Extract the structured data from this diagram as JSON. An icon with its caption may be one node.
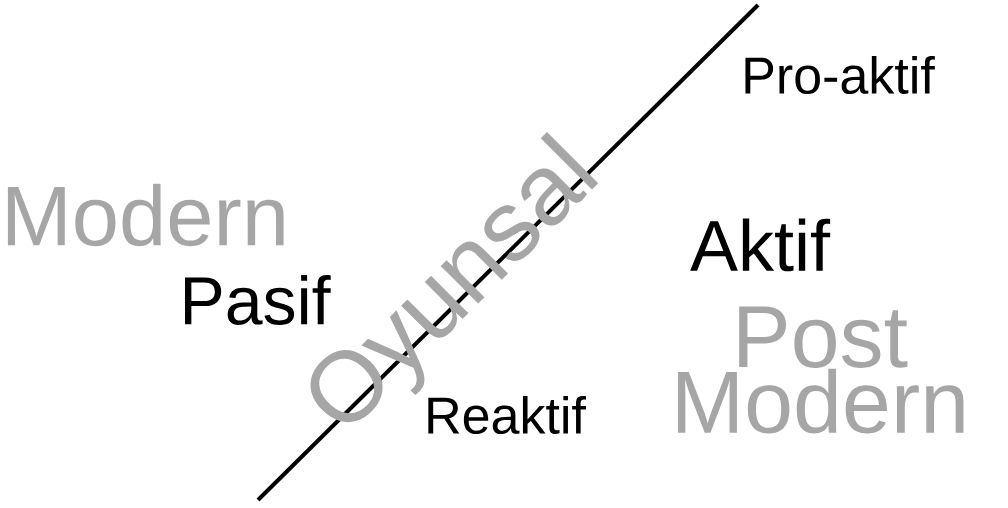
{
  "diagram": {
    "labels": [
      "Pro-aktif",
      "Modern",
      "Pasif",
      "Oyunsal",
      "Aktif",
      "Post Modern",
      "Reaktif"
    ]
  }
}
